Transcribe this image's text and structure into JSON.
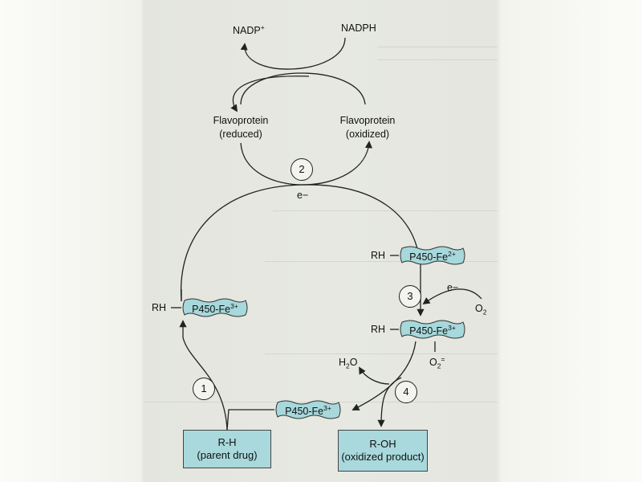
{
  "diagram": {
    "top_left_label": "NADP",
    "top_left_charge": "+",
    "top_right_label": "NADPH",
    "flavo_reduced": [
      "Flavoprotein",
      "(reduced)"
    ],
    "flavo_oxidized": [
      "Flavoprotein",
      "(oxidized)"
    ],
    "electron_top": "e−",
    "electron_step3": "e−",
    "step_numbers": [
      "1",
      "2",
      "3",
      "4"
    ],
    "substrate_prefix": "RH",
    "p450_base": "P450-Fe",
    "charge_3plus": "3+",
    "charge_2plus": "2+",
    "oxygen": "O",
    "oxygen_subscript": "2",
    "peroxide_charge": "=",
    "water": "H",
    "water_subscript": "2",
    "water_suffix": "O",
    "parent_box": [
      "R-H",
      "(parent drug)"
    ],
    "product_box": [
      "R-OH",
      "(oxidized product)"
    ],
    "colors": {
      "heme_fill": "#a7d8db",
      "box_fill": "#a9d9dc",
      "line": "#222222"
    }
  }
}
